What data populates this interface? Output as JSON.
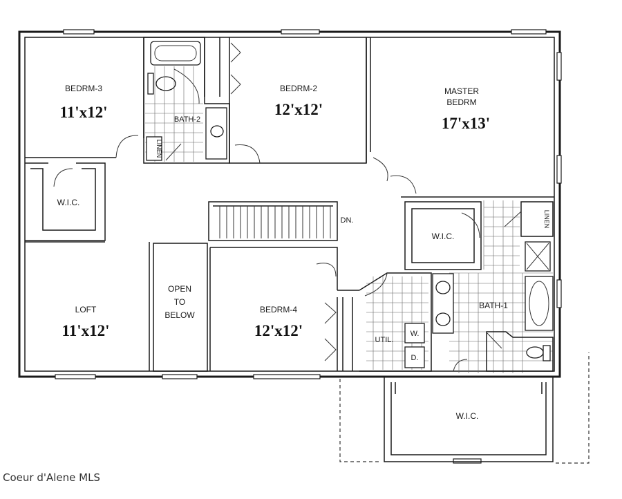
{
  "rooms": {
    "bedrm3": {
      "label": "BEDRM-3",
      "size": "11'x12'"
    },
    "bedrm2": {
      "label": "BEDRM-2",
      "size": "12'x12'"
    },
    "master": {
      "label_line1": "MASTER",
      "label_line2": "BEDRM",
      "size": "17'x13'"
    },
    "bath2": {
      "label": "BATH-2"
    },
    "linen_upper": {
      "label": "LINEN"
    },
    "linen_right": {
      "label": "LINEN"
    },
    "wic_left": {
      "label": "W.I.C."
    },
    "wic_master": {
      "label": "W.I.C."
    },
    "wic_bottom": {
      "label": "W.I.C."
    },
    "loft": {
      "label": "LOFT",
      "size": "11'x12'"
    },
    "open_below": {
      "line1": "OPEN",
      "line2": "TO",
      "line3": "BELOW"
    },
    "bedrm4": {
      "label": "BEDRM-4",
      "size": "12'x12'"
    },
    "bath1": {
      "label": "BATH-1"
    },
    "util": {
      "label": "UTIL."
    },
    "washer": {
      "label": "W."
    },
    "dryer": {
      "label": "D."
    },
    "stairs": {
      "label": "DN."
    }
  },
  "watermark": {
    "text": "Coeur d'Alene MLS"
  }
}
